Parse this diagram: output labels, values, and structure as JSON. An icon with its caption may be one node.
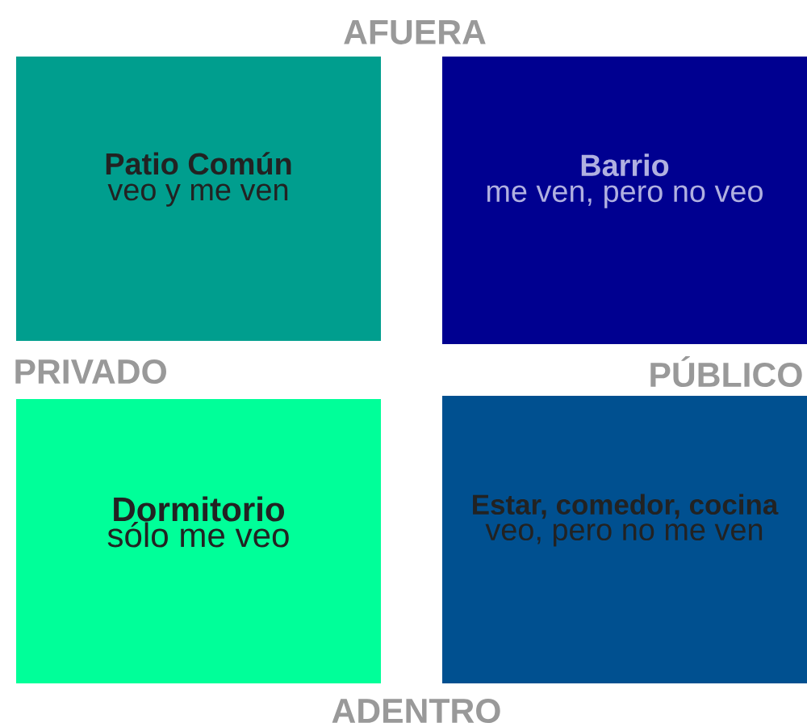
{
  "diagram": {
    "nodes": [
      {
        "text": [
          "Patio Común",
          "veo y me ven"
        ]
      },
      {
        "text": [
          "Barrio",
          "me ven, pero no veo"
        ]
      },
      {
        "text": [
          "Dormitorio",
          "sólo me veo"
        ]
      },
      {
        "text": [
          "Estar, comedor, cocina",
          "veo, pero no me ven"
        ]
      }
    ],
    "labels": [
      "AFUERA",
      "PRIVADO",
      "PÚBLICO",
      "ADENTRO"
    ]
  }
}
